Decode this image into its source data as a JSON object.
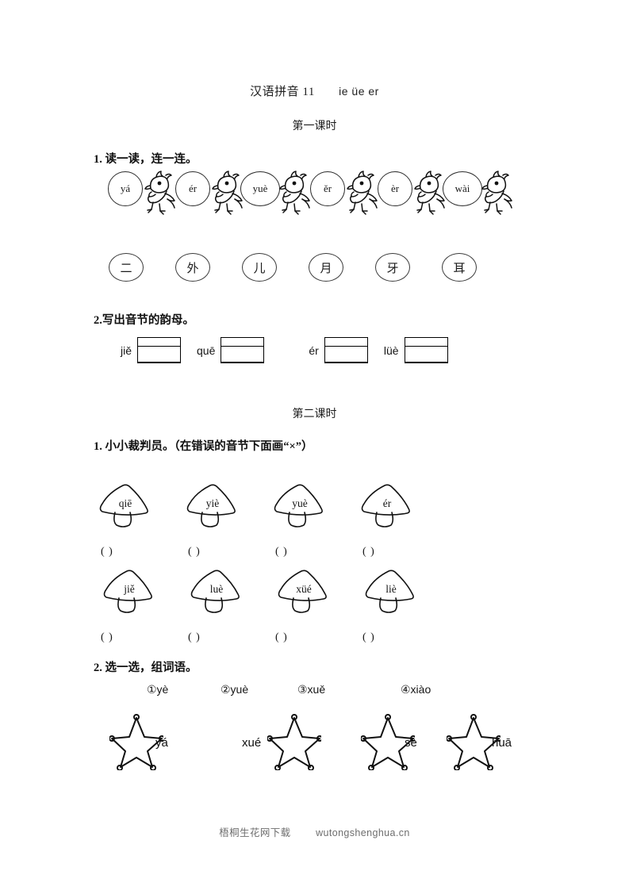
{
  "document": {
    "title_cn": "汉语拼音 11",
    "title_latin": "ie üe er",
    "footer_label": "梧桐生花网下载",
    "footer_site": "wutongshenghua.cn"
  },
  "lesson1": {
    "heading": "第一课时",
    "ex1": {
      "title": "1. 读一读，连一连。",
      "pinyin": [
        "yá",
        "ér",
        "yuè",
        "ěr",
        "èr",
        "wài"
      ],
      "characters": [
        "二",
        "外",
        "儿",
        "月",
        "牙",
        "耳"
      ]
    },
    "ex2": {
      "title": "2.写出音节的韵母。",
      "syllables": [
        "jiě",
        "quē",
        "ér",
        "lüè"
      ]
    }
  },
  "lesson2": {
    "heading": "第二课时",
    "ex1": {
      "title": "1. 小小裁判员。（在错误的音节下面画“×”）",
      "row1": [
        "qiē",
        "yiè",
        "yuè",
        "ér"
      ],
      "row2": [
        "jiě",
        "luè",
        "xüé",
        "liè"
      ],
      "answer_marks": [
        "(    )",
        "(    )",
        "(    )",
        "(    )"
      ]
    },
    "ex2": {
      "title": "2.  选一选，组词语。",
      "options": [
        "①yè",
        "②yuè",
        "③xuě",
        "④xiào"
      ],
      "star_words": [
        "yá",
        "xué",
        "sè",
        "huā"
      ]
    }
  }
}
